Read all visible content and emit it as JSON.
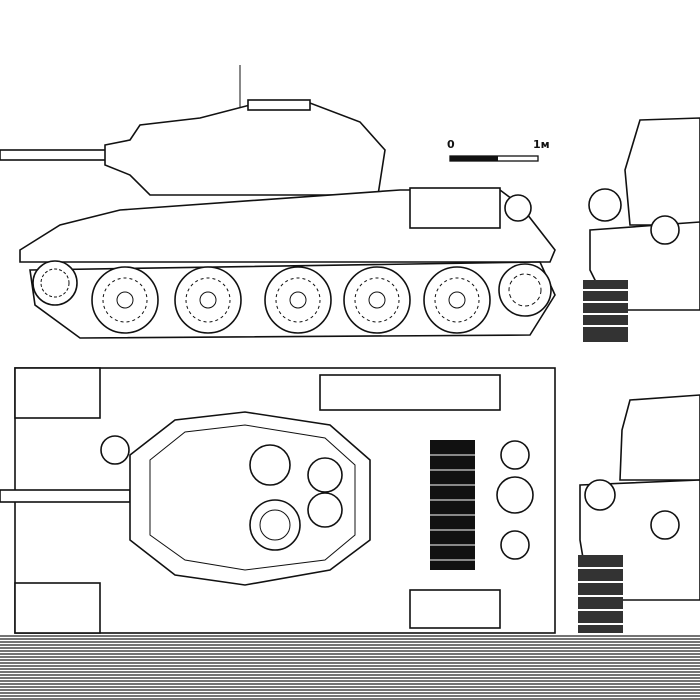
{
  "drawing": {
    "scale_bar": {
      "start_label": "0",
      "end_label": "1м"
    },
    "views": [
      "side-view",
      "front-view",
      "top-view",
      "rear-view"
    ],
    "colors": {
      "ink": "#111111",
      "paper": "#ffffff"
    }
  }
}
